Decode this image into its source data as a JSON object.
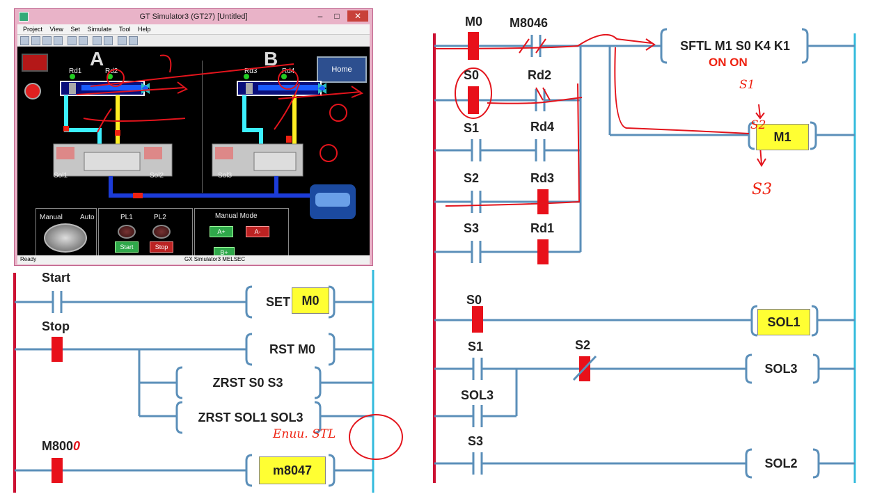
{
  "simulator": {
    "title": "GT Simulator3 (GT27)  [Untitled]",
    "menu": [
      "Project",
      "View",
      "Set",
      "Simulate",
      "Tool",
      "Help"
    ],
    "cylinder_a_label": "A",
    "cylinder_b_label": "B",
    "sensors": [
      "Rd1",
      "Rd2",
      "Rd3",
      "Rd4"
    ],
    "solenoids": [
      "Sol1",
      "Sol2",
      "Sol3"
    ],
    "home_button": "Home",
    "panel": {
      "manual_label": "Manual",
      "auto_label": "Auto",
      "pl1": "PL1",
      "pl2": "PL2",
      "start_button": "Start",
      "stop_button": "Stop",
      "manual_mode_label": "Manual Mode",
      "a_plus": "A+",
      "a_minus": "A-",
      "b_plus": "B+"
    },
    "status_left": "Ready",
    "status_right": "GX Simulator3   MELSEC"
  },
  "ladder_left": {
    "rung1_contact": "Start",
    "rung1_coil_prefix": "SET",
    "rung1_coil_operand": "M0",
    "rung2_contact": "Stop",
    "rung2_coil": "RST M0",
    "rung3_coil": "ZRST  S0  S3",
    "rung4_coil": "ZRST SOL1 SOL3",
    "rung5_contact_prefix": "M800",
    "rung5_contact_suffix": "0",
    "rung5_coil": "m8047",
    "handwritten_note": "Enuu. STL"
  },
  "ladder_right": {
    "contacts": {
      "m0": "M0",
      "m8046": "M8046",
      "s0": "S0",
      "rd2": "Rd2",
      "s1": "S1",
      "rd4": "Rd4",
      "s2": "S2",
      "rd3": "Rd3",
      "s3": "S3",
      "rd1": "Rd1",
      "s0b": "S0",
      "s1b": "S1",
      "s2b": "S2",
      "sol3b": "SOL3",
      "s3b": "S3"
    },
    "coils": {
      "sftl": "SFTL M1 S0 K4 K1",
      "sftl_state": "ON  ON",
      "m1": "M1",
      "sol1": "SOL1",
      "sol3": "SOL3",
      "sol2": "SOL2"
    },
    "handwritten": {
      "s1": "S1",
      "s2": "S2",
      "s3": "S3"
    }
  },
  "colors": {
    "power_rail": "#cc1133",
    "wire": "#5b8fb9",
    "right_rail": "#33bbdd",
    "active": "#e8101a",
    "highlight": "#ffff33",
    "annotation": "#e3141c"
  }
}
